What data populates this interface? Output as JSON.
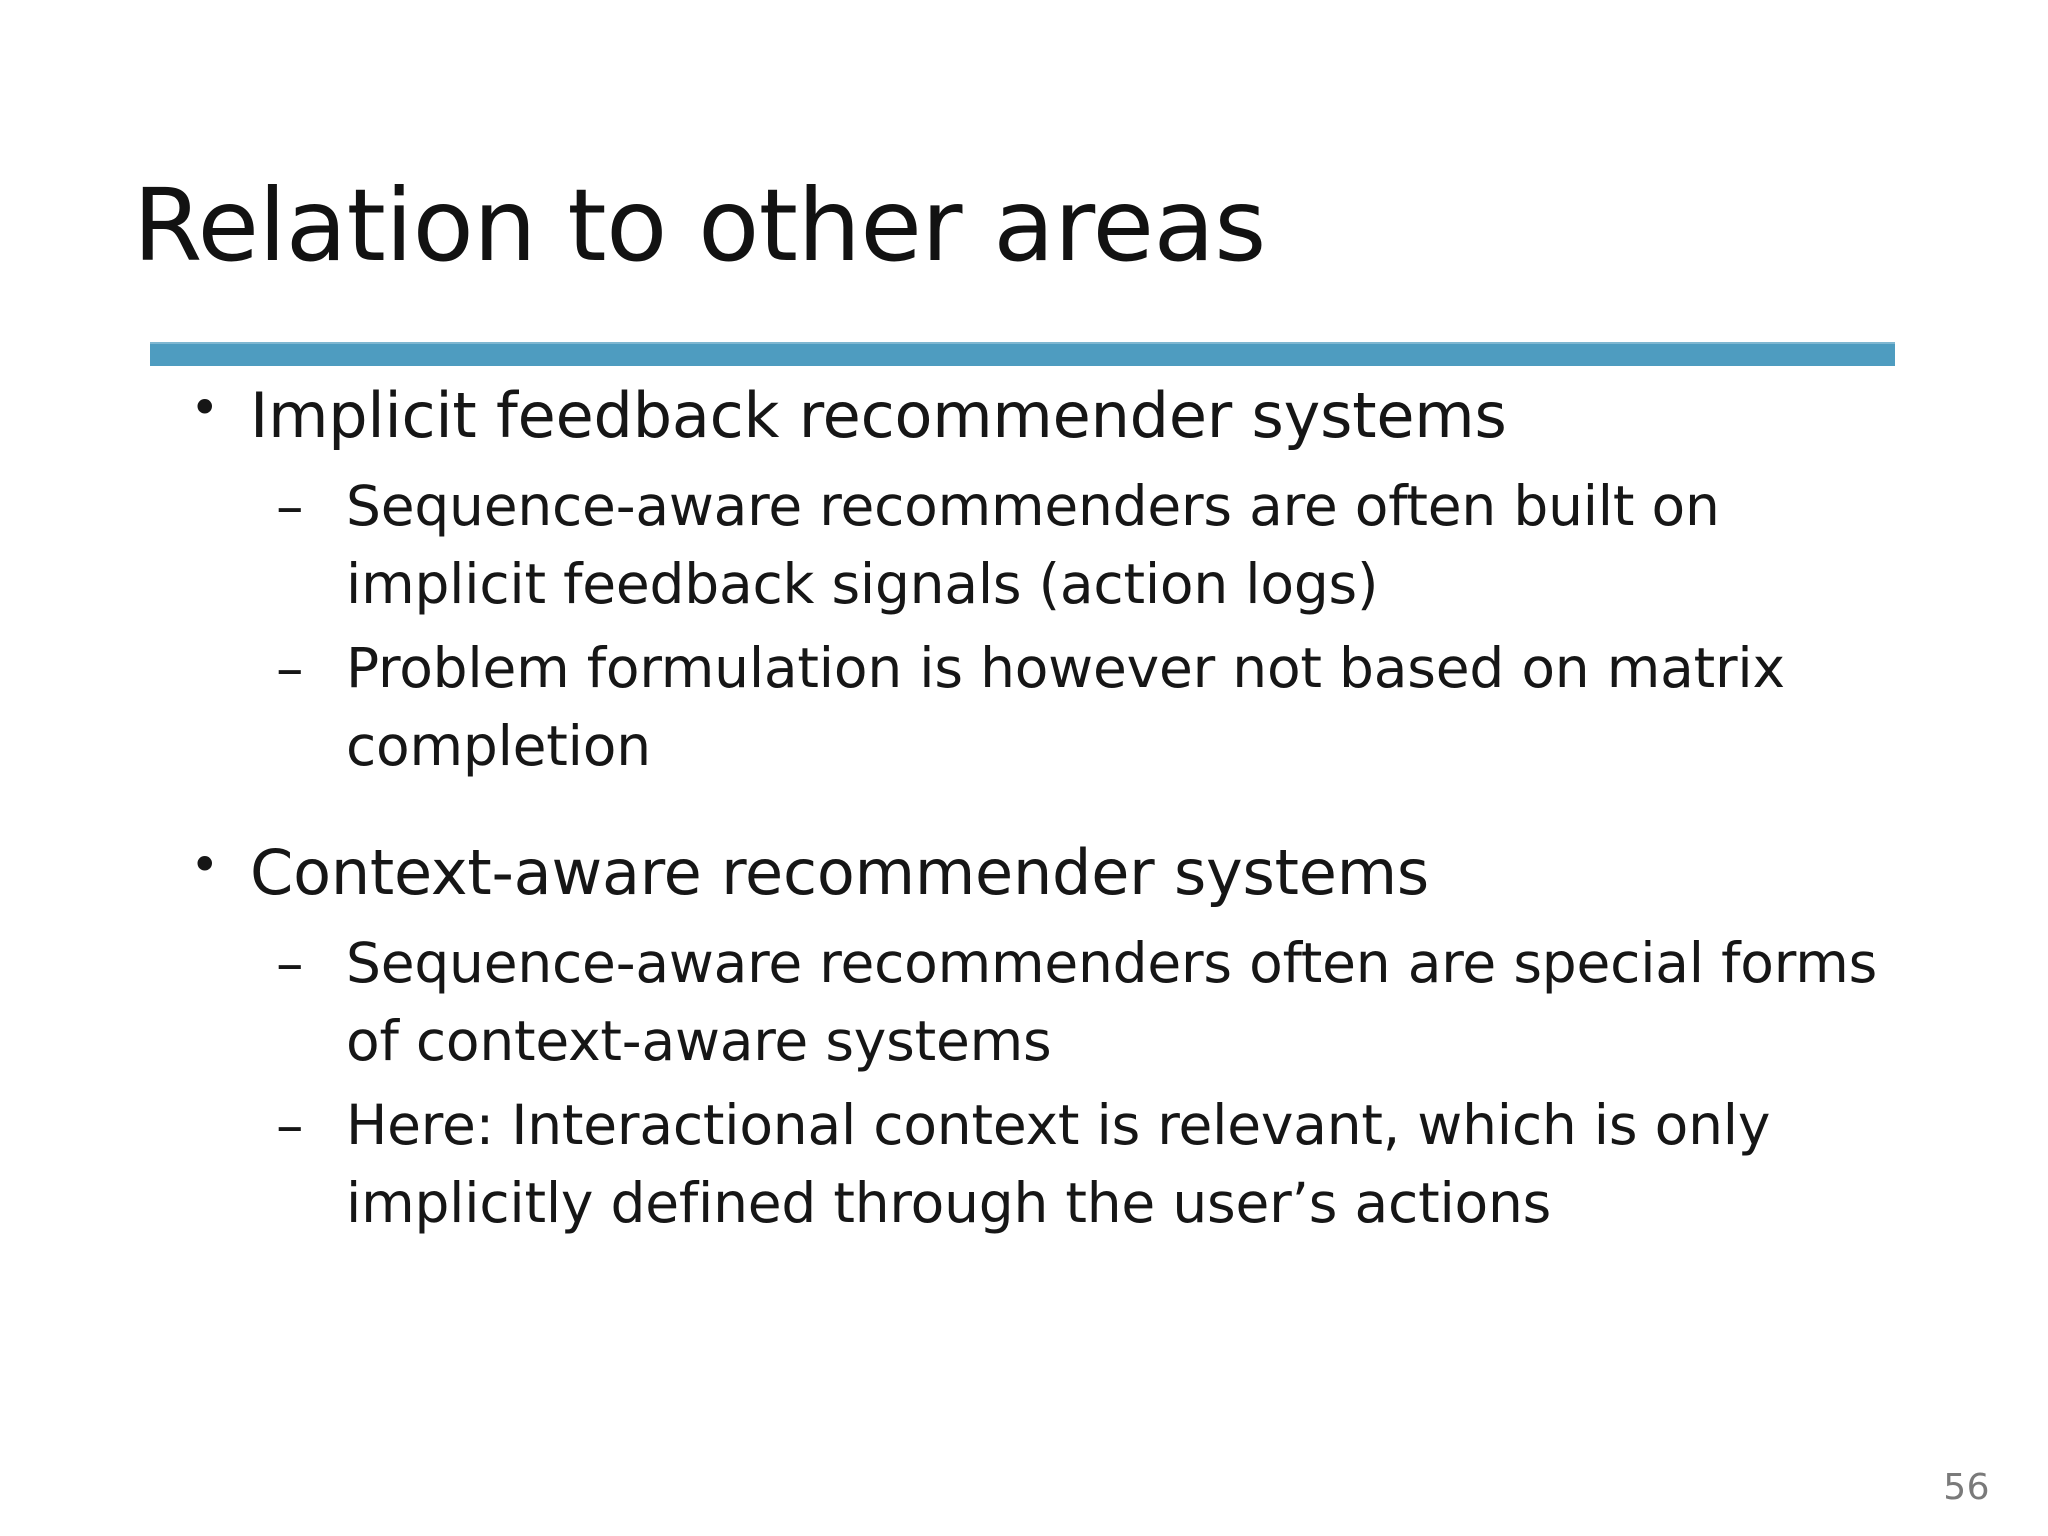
{
  "slide": {
    "title": "Relation to other areas",
    "page_number": "56",
    "accent_color": "#4E9CC0",
    "text_color": "#161616",
    "page_number_color": "#7a7a7a",
    "background_color": "#ffffff",
    "bullet_marker": "•",
    "sub_bullet_marker": "–",
    "content": [
      {
        "level": 1,
        "text": "Implicit feedback recommender systems",
        "children": [
          {
            "level": 2,
            "text": "Sequence-aware recommenders are often built on implicit feedback signals (action logs)"
          },
          {
            "level": 2,
            "text": "Problem formulation is however not based on matrix completion"
          }
        ]
      },
      {
        "level": 1,
        "text": "Context-aware recommender systems",
        "children": [
          {
            "level": 2,
            "text": "Sequence-aware recommenders often are special forms of context-aware systems"
          },
          {
            "level": 2,
            "text": "Here: Interactional context is relevant, which is only implicitly defined through the user’s actions"
          }
        ]
      }
    ]
  }
}
